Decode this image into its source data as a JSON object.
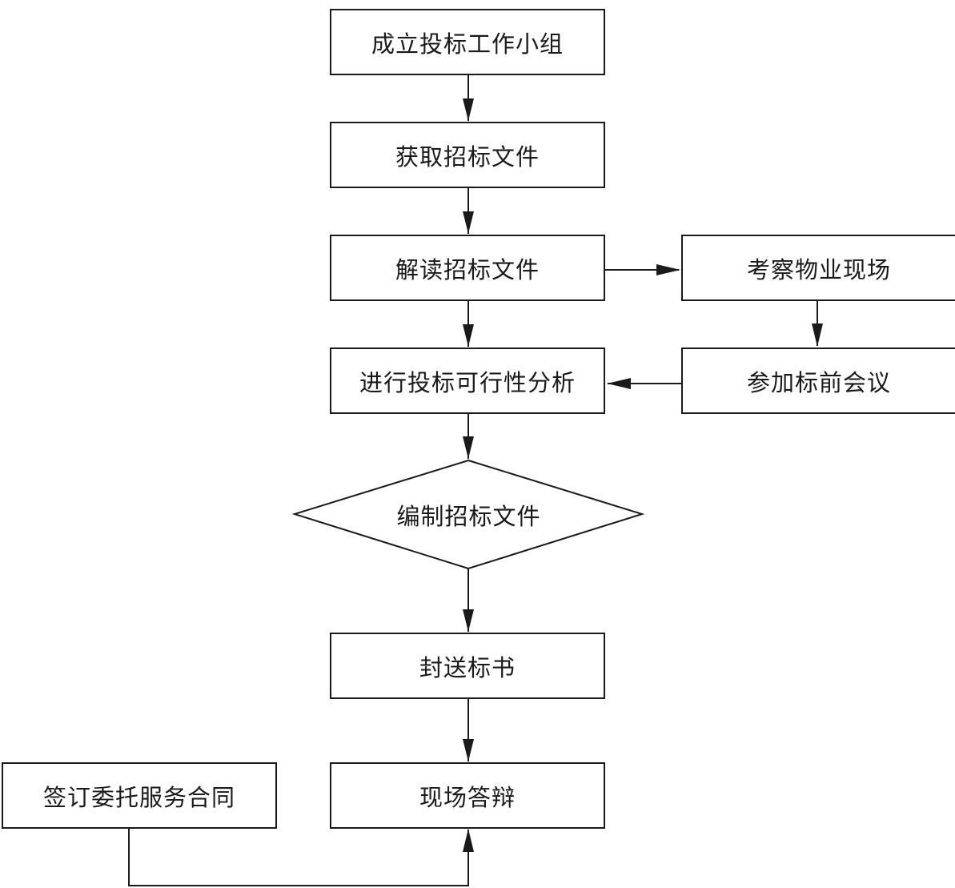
{
  "diagram": {
    "type": "flowchart",
    "nodes": {
      "form_team": "成立投标工作小组",
      "get_docs": "获取招标文件",
      "read_docs": "解读招标文件",
      "inspect_site": "考察物业现场",
      "feasibility": "进行投标可行性分析",
      "pre_bid_meeting": "参加标前会议",
      "prepare_docs": "编制招标文件",
      "seal_submit": "封送标书",
      "site_defense": "现场答辩",
      "sign_contract": "签订委托服务合同"
    },
    "edges": [
      [
        "form_team",
        "get_docs"
      ],
      [
        "get_docs",
        "read_docs"
      ],
      [
        "read_docs",
        "inspect_site"
      ],
      [
        "inspect_site",
        "pre_bid_meeting"
      ],
      [
        "pre_bid_meeting",
        "feasibility"
      ],
      [
        "read_docs",
        "feasibility"
      ],
      [
        "feasibility",
        "prepare_docs"
      ],
      [
        "prepare_docs",
        "seal_submit"
      ],
      [
        "seal_submit",
        "site_defense"
      ],
      [
        "sign_contract",
        "site_defense"
      ]
    ],
    "colors": {
      "stroke": "#1a1a1a",
      "background": "#ffffff"
    }
  }
}
